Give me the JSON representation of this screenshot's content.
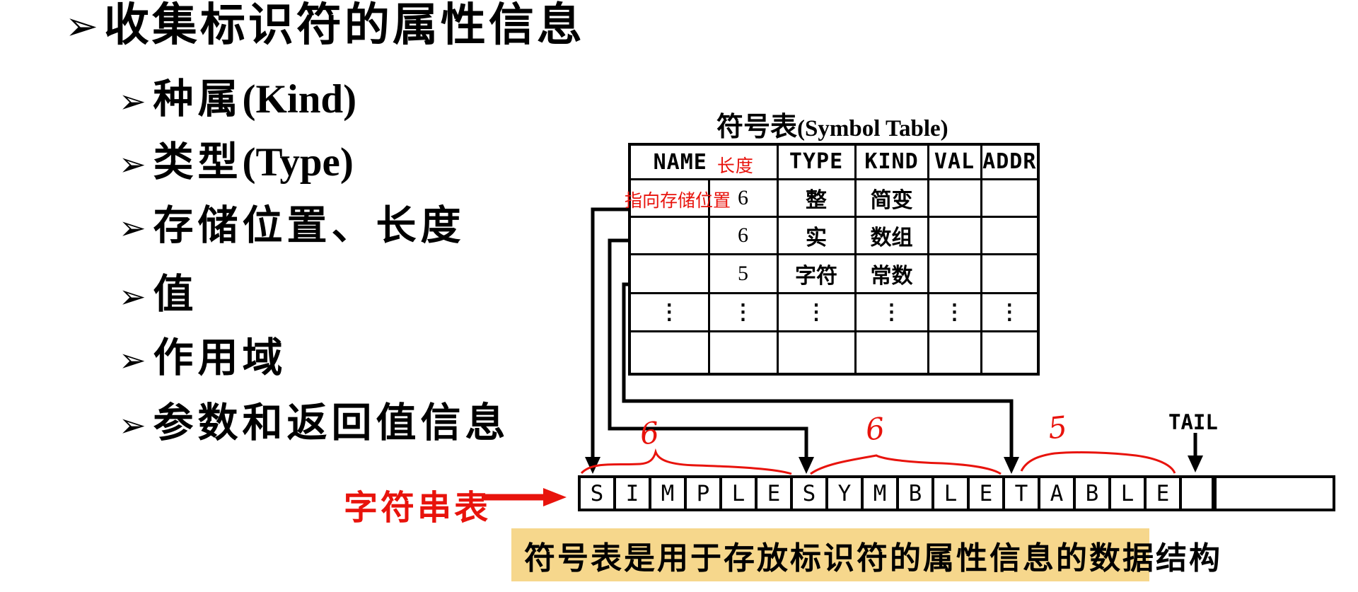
{
  "colors": {
    "red": "#E8130C",
    "black": "#000000",
    "banner_bg": "#F6D78C",
    "page_bg": "#FFFFFF"
  },
  "bullets": {
    "marker": "➢",
    "title": "收集标识符的属性信息",
    "items": [
      {
        "zh": "种属",
        "en": " (Kind)"
      },
      {
        "zh": "类型",
        "en": " (Type)"
      },
      {
        "zh": "存储位置、长度",
        "en": ""
      },
      {
        "zh": "值",
        "en": ""
      },
      {
        "zh": "作用域",
        "en": ""
      },
      {
        "zh": "参数和返回值信息",
        "en": ""
      }
    ]
  },
  "symbol_table": {
    "title_zh": "符号表",
    "title_en": "(Symbol Table)",
    "header": {
      "name": "NAME",
      "length_note": "长度",
      "type": "TYPE",
      "kind": "KIND",
      "val": "VAL",
      "addr": "ADDR"
    },
    "pointer_note": "指向存储位置",
    "rows": [
      {
        "name": "",
        "len": "6",
        "type": "整",
        "kind": "简变",
        "val": "",
        "addr": ""
      },
      {
        "name": "",
        "len": "6",
        "type": "实",
        "kind": "数组",
        "val": "",
        "addr": ""
      },
      {
        "name": "",
        "len": "5",
        "type": "字符",
        "kind": "常数",
        "val": "",
        "addr": ""
      },
      {
        "name": "⋮",
        "len": "⋮",
        "type": "⋮",
        "kind": "⋮",
        "val": "⋮",
        "addr": "⋮"
      },
      {
        "name": "",
        "len": "",
        "type": "",
        "kind": "",
        "val": "",
        "addr": ""
      }
    ]
  },
  "string_table": {
    "label": "字符串表",
    "cells": [
      "S",
      "I",
      "M",
      "P",
      "L",
      "E",
      "S",
      "Y",
      "M",
      "B",
      "L",
      "E",
      "T",
      "A",
      "B",
      "L",
      "E",
      "",
      ""
    ],
    "segment_lengths": [
      "6",
      "6",
      "5"
    ],
    "tail_label": "TAIL"
  },
  "banner": {
    "text": "符号表是用于存放标识符的属性信息的数据结构"
  }
}
